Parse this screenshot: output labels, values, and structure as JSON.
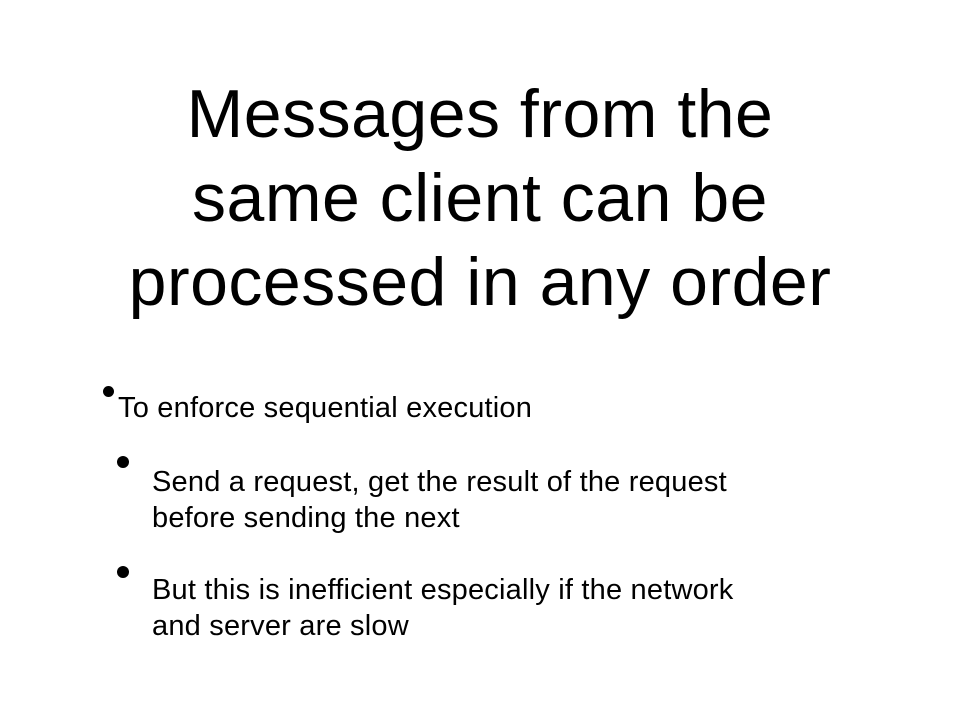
{
  "slide": {
    "title_lines": [
      "Messages from the",
      "same client can be",
      "processed in any order"
    ],
    "bullets": [
      {
        "level": 1,
        "lines": [
          "To enforce sequential execution"
        ]
      },
      {
        "level": 2,
        "lines": [
          "Send a request, get the result of the request",
          "before sending the next"
        ]
      },
      {
        "level": 2,
        "lines": [
          "But this is inefficient especially if the network",
          "and server are slow"
        ]
      }
    ]
  }
}
